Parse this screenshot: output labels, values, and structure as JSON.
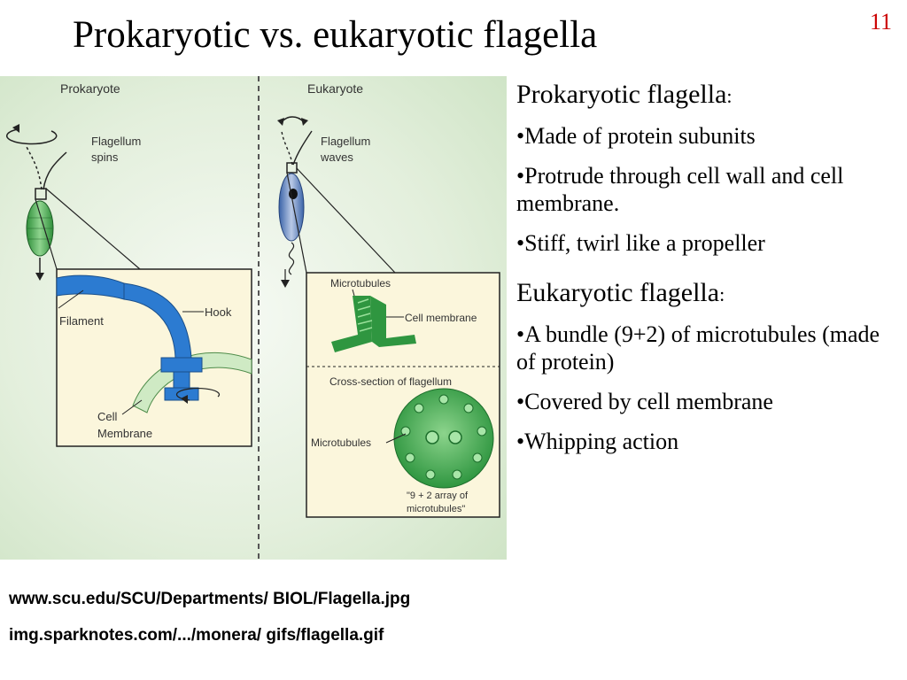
{
  "slide": {
    "title": "Prokaryotic vs. eukaryotic flagella",
    "number": "11"
  },
  "figure": {
    "prokaryote": {
      "heading": "Prokaryote",
      "motion_line1": "Flagellum",
      "motion_line2": "spins",
      "filament": "Filament",
      "hook": "Hook",
      "cell_line1": "Cell",
      "cell_line2": "Membrane"
    },
    "eukaryote": {
      "heading": "Eukaryote",
      "motion_line1": "Flagellum",
      "motion_line2": "waves",
      "microtubules_top": "Microtubules",
      "cell_membrane": "Cell membrane",
      "cross_section": "Cross-section of flagellum",
      "microtubules_side": "Microtubules",
      "array_line1": "\"9 + 2 array of",
      "array_line2": "microtubules\""
    }
  },
  "sections": [
    {
      "title": "Prokaryotic flagella",
      "colon": ":",
      "bullets": [
        "•Made of protein subunits",
        "•Protrude through cell wall and cell membrane.",
        "•Stiff, twirl like a propeller"
      ]
    },
    {
      "title": "Eukaryotic flagella",
      "colon": ":",
      "bullets": [
        "•A bundle (9+2) of microtubules (made of protein)",
        "•Covered by cell membrane",
        "•Whipping action"
      ]
    }
  ],
  "sources": [
    "www.scu.edu/SCU/Departments/ BIOL/Flagella.jpg",
    "img.sparknotes.com/.../monera/ gifs/flagella.gif"
  ]
}
